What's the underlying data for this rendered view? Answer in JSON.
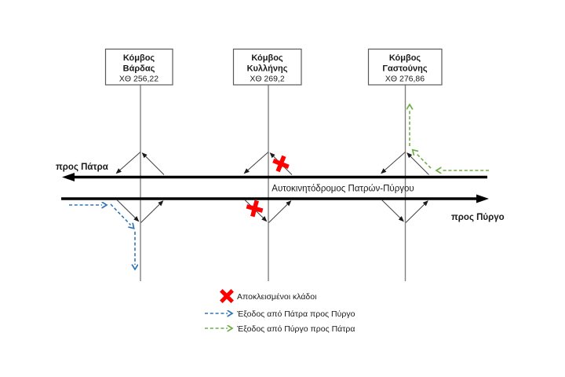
{
  "diagram": {
    "road_name": "Αυτοκινητόδρομος Πατρών-Πύργου",
    "direction_left": "προς Πάτρα",
    "direction_right": "προς Πύργο",
    "junctions": [
      {
        "name_line1": "Κόμβος",
        "name_line2": "Βάρδας",
        "chainage": "ΧΘ 256,22"
      },
      {
        "name_line1": "Κόμβος",
        "name_line2": "Κυλλήνης",
        "chainage": "ΧΘ 269,2"
      },
      {
        "name_line1": "Κόμβος",
        "name_line2": "Γαστούνης",
        "chainage": "ΧΘ 276,86"
      }
    ],
    "legend": [
      {
        "symbol": "closed-branch-x",
        "label": "Αποκλεισμένοι κλάδοι",
        "color": "#FF0000"
      },
      {
        "symbol": "blue-dashed-exit-arrow",
        "label": "Έξοδος από Πάτρα προς Πύργο",
        "color": "#2E75B6"
      },
      {
        "symbol": "green-dashed-exit-arrow",
        "label": "Έξοδος από Πύργο προς Πάτρα",
        "color": "#70AD47"
      }
    ],
    "colors": {
      "closed_branch": "#FF0000",
      "exit_patras_to_pyrgos": "#2E75B6",
      "exit_pyrgos_to_patras": "#70AD47",
      "motorway": "#000000",
      "crossing_road": "#808080"
    }
  }
}
